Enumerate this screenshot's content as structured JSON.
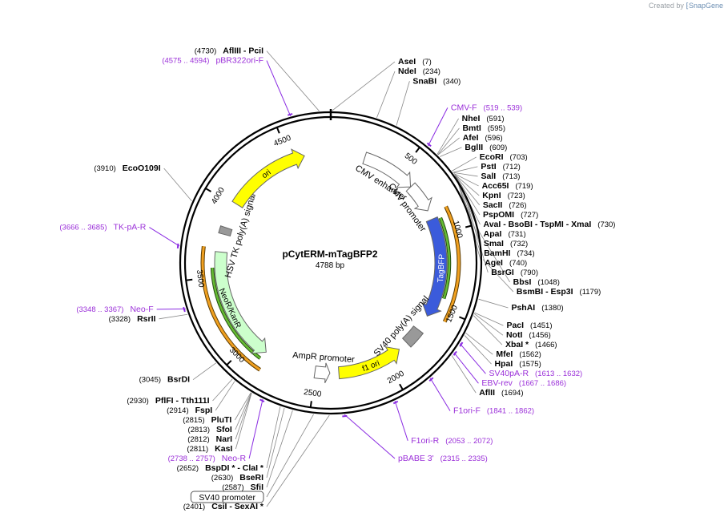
{
  "credit": {
    "prefix": "Created by",
    "brand": "SnapGene"
  },
  "plasmid": {
    "name": "pCytERM-mTagBFP2",
    "size_label": "4788 bp",
    "length": 4788
  },
  "ticks": [
    "500",
    "1000",
    "1500",
    "2000",
    "2500",
    "3000",
    "3500",
    "4000",
    "4500"
  ],
  "features": [
    {
      "label": "CMV enhancer",
      "start": 238,
      "end": 617,
      "color": "#ffffff",
      "arrow": "cw"
    },
    {
      "label": "CMV promoter",
      "start": 618,
      "end": 821,
      "color": "#ffffff",
      "arrow": "cw"
    },
    {
      "label": "TagBFP",
      "start": 887,
      "end": 1581,
      "color": "#3b5bdb",
      "arrow": "cw"
    },
    {
      "label": "SV40 poly(A) signal",
      "start": 1693,
      "end": 1814,
      "color": "#999999",
      "arrow": "none"
    },
    {
      "label": "f1 ori",
      "start": 1883,
      "end": 2338,
      "color": "#ffff00",
      "arrow": "ccw"
    },
    {
      "label": "AmpR promoter",
      "start": 2400,
      "end": 2504,
      "color": "#ffffff",
      "arrow": "ccw"
    },
    {
      "label": "NeoR/KanR",
      "start": 2872,
      "end": 3666,
      "color": "#ccffcc",
      "arrow": "ccw"
    },
    {
      "label": "HSV TK poly(A) signal",
      "start": 3790,
      "end": 3838,
      "color": "#999999",
      "arrow": "none"
    },
    {
      "label": "ori",
      "start": 4016,
      "end": 4604,
      "color": "#ffff00",
      "arrow": "cw"
    }
  ],
  "orange_arcs": [
    {
      "start": 850,
      "end": 1560
    },
    {
      "start": 2840,
      "end": 3690
    }
  ],
  "green_arcs": [
    {
      "start": 900,
      "end": 1430
    },
    {
      "start": 2880,
      "end": 3560
    }
  ],
  "primers": [
    {
      "name": "pBR322ori-F",
      "range": "(4575 .. 4594)",
      "pos": 4584,
      "side": "left"
    },
    {
      "name": "CMV-F",
      "range": "(519 .. 539)",
      "pos": 529,
      "side": "right"
    },
    {
      "name": "TK-pA-R",
      "range": "(3666 .. 3685)",
      "pos": 3675,
      "side": "left"
    },
    {
      "name": "Neo-F",
      "range": "(3348 .. 3367)",
      "pos": 3357,
      "side": "left"
    },
    {
      "name": "SV40pA-R",
      "range": "(1613 .. 1632)",
      "pos": 1622,
      "side": "right"
    },
    {
      "name": "EBV-rev",
      "range": "(1667 .. 1686)",
      "pos": 1676,
      "side": "right"
    },
    {
      "name": "F1ori-F",
      "range": "(1841 .. 1862)",
      "pos": 1851,
      "side": "right"
    },
    {
      "name": "F1ori-R",
      "range": "(2053 .. 2072)",
      "pos": 2062,
      "side": "right"
    },
    {
      "name": "pBABE 3'",
      "range": "(2315 .. 2335)",
      "pos": 2325,
      "side": "right"
    },
    {
      "name": "Neo-R",
      "range": "(2738 .. 2757)",
      "pos": 2747,
      "side": "left"
    }
  ],
  "sites": [
    {
      "names": "AflIII  -  PciI",
      "pos_label": "(4730)",
      "pos": 4730,
      "side": "left"
    },
    {
      "names": "AseI",
      "pos_label": "(7)",
      "pos": 7,
      "side": "right"
    },
    {
      "names": "NdeI",
      "pos_label": "(234)",
      "pos": 234,
      "side": "right"
    },
    {
      "names": "SnaBI",
      "pos_label": "(340)",
      "pos": 340,
      "side": "right"
    },
    {
      "names": "NheI",
      "pos_label": "(591)",
      "pos": 591,
      "side": "right"
    },
    {
      "names": "BmtI",
      "pos_label": "(595)",
      "pos": 595,
      "side": "right"
    },
    {
      "names": "AfeI",
      "pos_label": "(596)",
      "pos": 596,
      "side": "right"
    },
    {
      "names": "BglII",
      "pos_label": "(609)",
      "pos": 609,
      "side": "right"
    },
    {
      "names": "EcoRI",
      "pos_label": "(703)",
      "pos": 703,
      "side": "right"
    },
    {
      "names": "PstI",
      "pos_label": "(712)",
      "pos": 712,
      "side": "right"
    },
    {
      "names": "SalI",
      "pos_label": "(713)",
      "pos": 713,
      "side": "right"
    },
    {
      "names": "Acc65I",
      "pos_label": "(719)",
      "pos": 719,
      "side": "right"
    },
    {
      "names": "KpnI",
      "pos_label": "(723)",
      "pos": 723,
      "side": "right"
    },
    {
      "names": "SacII",
      "pos_label": "(726)",
      "pos": 726,
      "side": "right"
    },
    {
      "names": "PspOMI",
      "pos_label": "(727)",
      "pos": 727,
      "side": "right"
    },
    {
      "names": "AvaI  -  BsoBI  -  TspMI  -  XmaI",
      "pos_label": "(730)",
      "pos": 730,
      "side": "right"
    },
    {
      "names": "ApaI",
      "pos_label": "(731)",
      "pos": 731,
      "side": "right"
    },
    {
      "names": "SmaI",
      "pos_label": "(732)",
      "pos": 732,
      "side": "right"
    },
    {
      "names": "BamHI",
      "pos_label": "(734)",
      "pos": 734,
      "side": "right"
    },
    {
      "names": "AgeI",
      "pos_label": "(740)",
      "pos": 740,
      "side": "right"
    },
    {
      "names": "BsrGI",
      "pos_label": "(790)",
      "pos": 790,
      "side": "right"
    },
    {
      "names": "BbsI",
      "pos_label": "(1048)",
      "pos": 1048,
      "side": "right"
    },
    {
      "names": "BsmBI  -  Esp3I",
      "pos_label": "(1179)",
      "pos": 1179,
      "side": "right"
    },
    {
      "names": "PshAI",
      "pos_label": "(1380)",
      "pos": 1380,
      "side": "right"
    },
    {
      "names": "PacI",
      "pos_label": "(1451)",
      "pos": 1451,
      "side": "right"
    },
    {
      "names": "NotI",
      "pos_label": "(1456)",
      "pos": 1456,
      "side": "right"
    },
    {
      "names": "XbaI  *",
      "pos_label": "(1466)",
      "pos": 1466,
      "side": "right"
    },
    {
      "names": "MfeI",
      "pos_label": "(1562)",
      "pos": 1562,
      "side": "right"
    },
    {
      "names": "HpaI",
      "pos_label": "(1575)",
      "pos": 1575,
      "side": "right"
    },
    {
      "names": "AflII",
      "pos_label": "(1694)",
      "pos": 1694,
      "side": "right"
    },
    {
      "names": "CsiI  -  SexAI  *",
      "pos_label": "(2401)",
      "pos": 2401,
      "side": "left"
    },
    {
      "names": "SfiI",
      "pos_label": "(2587)",
      "pos": 2587,
      "side": "left"
    },
    {
      "names": "BseRI",
      "pos_label": "(2630)",
      "pos": 2630,
      "side": "left"
    },
    {
      "names": "BspDI  *  -  ClaI  *",
      "pos_label": "(2652)",
      "pos": 2652,
      "side": "left"
    },
    {
      "names": "KasI",
      "pos_label": "(2811)",
      "pos": 2811,
      "side": "left"
    },
    {
      "names": "NarI",
      "pos_label": "(2812)",
      "pos": 2812,
      "side": "left"
    },
    {
      "names": "SfoI",
      "pos_label": "(2813)",
      "pos": 2813,
      "side": "left"
    },
    {
      "names": "PluTI",
      "pos_label": "(2815)",
      "pos": 2815,
      "side": "left"
    },
    {
      "names": "FspI",
      "pos_label": "(2914)",
      "pos": 2914,
      "side": "left"
    },
    {
      "names": "PflFI  -  Tth111I",
      "pos_label": "(2930)",
      "pos": 2930,
      "side": "left"
    },
    {
      "names": "BsrDI",
      "pos_label": "(3045)",
      "pos": 3045,
      "side": "left"
    },
    {
      "names": "RsrII",
      "pos_label": "(3328)",
      "pos": 3328,
      "side": "left"
    },
    {
      "names": "EcoO109I",
      "pos_label": "(3910)",
      "pos": 3910,
      "side": "left"
    }
  ],
  "boxed_labels": [
    {
      "text": "SV40 promoter",
      "pos": 2480
    }
  ]
}
